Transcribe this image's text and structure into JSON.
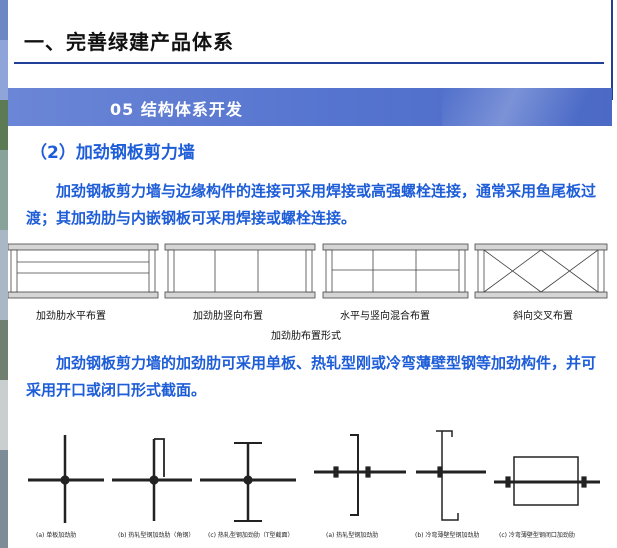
{
  "slide": {
    "title": "一、完善绿建产品体系",
    "banner": "05  结构体系开发",
    "subheading": "（2）加劲钢板剪力墙",
    "paragraph1": "　　加劲钢板剪力墙与边缘构件的连接可采用焊接或高强螺栓连接，通常采用鱼尾板过渡；其加劲肋与内嵌钢板可采用焊接或螺栓连接。",
    "paragraph2": "　　加劲钢板剪力墙的加劲肋可采用单板、热轧型刚或冷弯薄壁型钢等加劲构件，并可采用开口或闭口形式截面。"
  },
  "stiffener_figure": {
    "labels": [
      "加劲肋水平布置",
      "加劲肋竖向布置",
      "水平与竖向混合布置",
      "斜向交叉布置"
    ],
    "caption": "加劲肋布置形式"
  },
  "section_figure": {
    "labels": [
      "(a) 单板加劲肋",
      "(b) 热轧型钢加劲肋（角钢）",
      "(c) 热轧型钢加劲肋（T型截面）",
      "(a) 热轧型钢加劲肋",
      "(b) 冷弯薄壁型钢加劲肋",
      "(c) 冷弯薄壁型钢闭口加劲肋"
    ]
  },
  "colors": {
    "accent_blue": "#1e5dd8",
    "rule_blue": "#1f3f99",
    "banner_blue": "#5574cf",
    "beam_gray": "#d5d5d5"
  }
}
